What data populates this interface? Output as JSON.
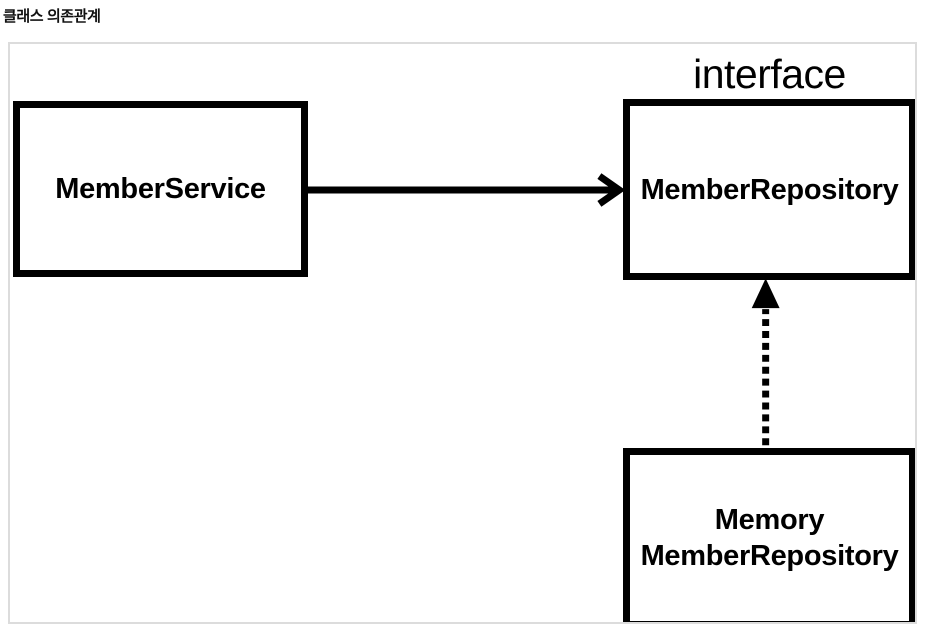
{
  "page": {
    "title": "클래스 의존관계"
  },
  "diagram": {
    "type": "uml-class-dependency",
    "nodes": [
      {
        "id": "member-service",
        "label": "MemberService",
        "stereotype": "",
        "kind": "class"
      },
      {
        "id": "member-repository",
        "label": "MemberRepository",
        "stereotype": "interface",
        "kind": "interface"
      },
      {
        "id": "memory-member-repository",
        "label": "Memory\nMemberRepository",
        "stereotype": "",
        "kind": "class"
      }
    ],
    "edges": [
      {
        "id": "edge-service-to-repository",
        "from": "member-service",
        "to": "member-repository",
        "style": "solid",
        "arrow": "open",
        "relation": "dependency"
      },
      {
        "id": "edge-memory-implements-repository",
        "from": "memory-member-repository",
        "to": "member-repository",
        "style": "dotted",
        "arrow": "filled-triangle",
        "relation": "realization"
      }
    ],
    "colors": {
      "stroke": "#000000",
      "fill": "#ffffff",
      "frame_border": "#dcdcdc",
      "title_text": "#111111"
    }
  }
}
